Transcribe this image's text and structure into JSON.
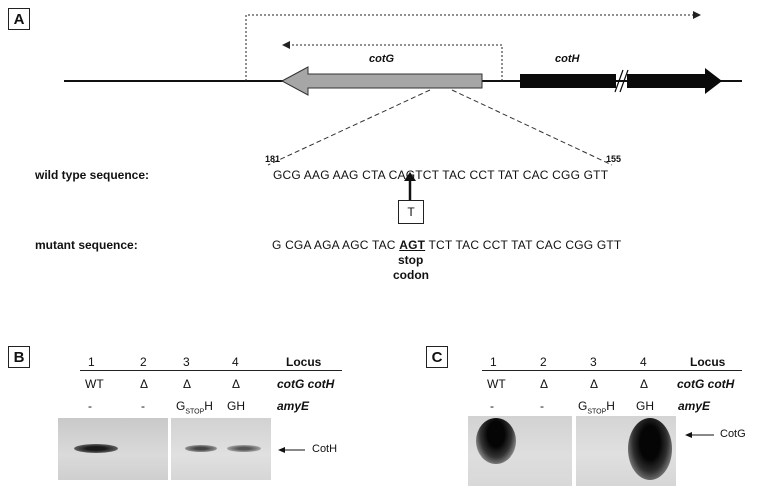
{
  "panel_a": {
    "label": "A",
    "genes": {
      "cotG": "cotG",
      "cotH": "cotH"
    },
    "sequence_positions": {
      "start": "181",
      "end": "155"
    },
    "wild_type": {
      "label": "wild type sequence:",
      "part1": "GCG AAG AAG CTA CAG",
      "part2": "TCT TAC CCT  TAT CAC CGG GTT"
    },
    "insertion": "T",
    "mutant": {
      "label": "mutant sequence:",
      "part1": "G CGA AGA AGC TAC",
      "stop": "AGT",
      "part2": "TCT TAC CCT  TAT CAC CGG GTT"
    },
    "stop_label_1": "stop",
    "stop_label_2": "codon"
  },
  "panel_b": {
    "label": "B",
    "lanes": [
      "1",
      "2",
      "3",
      "4"
    ],
    "locus_label": "Locus",
    "genotype": [
      "WT",
      "Δ",
      "Δ",
      "Δ"
    ],
    "genotype_label": "cotG cotH",
    "amye": [
      "-",
      "-",
      "G",
      "GH"
    ],
    "amye_sub": "STOP",
    "amye_after": "H",
    "amye_label": "amyE",
    "protein": "CotH"
  },
  "panel_c": {
    "label": "C",
    "lanes": [
      "1",
      "2",
      "3",
      "4"
    ],
    "locus_label": "Locus",
    "genotype": [
      "WT",
      "Δ",
      "Δ",
      "Δ"
    ],
    "genotype_label": "cotG cotH",
    "amye": [
      "-",
      "-",
      "G",
      "GH"
    ],
    "amye_sub": "STOP",
    "amye_after": "H",
    "amye_label": "amyE",
    "protein": "CotG"
  }
}
